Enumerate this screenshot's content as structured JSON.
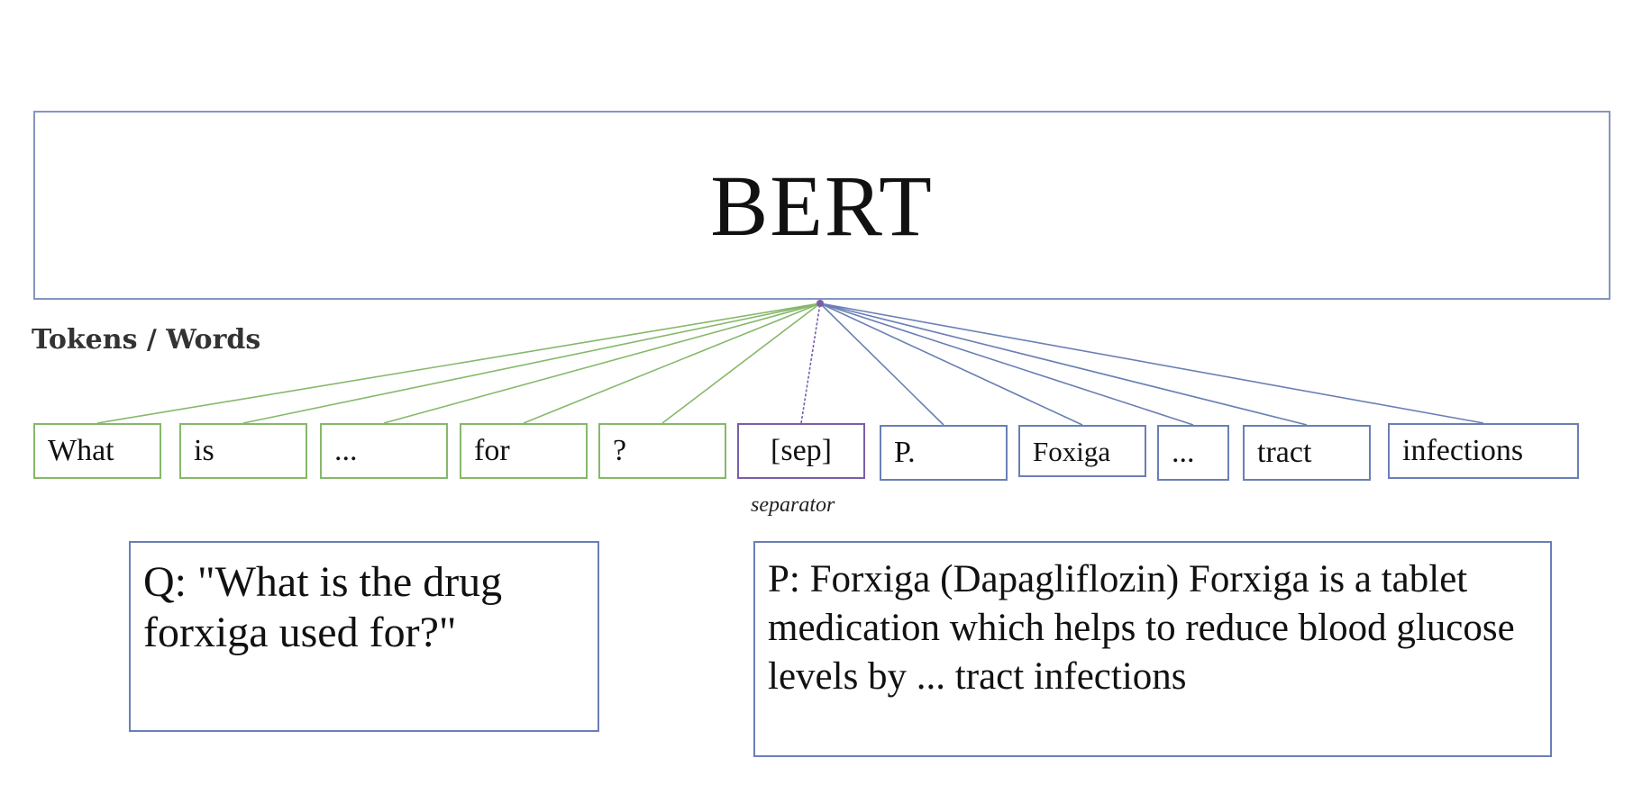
{
  "model": {
    "title": "BERT"
  },
  "section_label": "Tokens / Words",
  "tokens": [
    {
      "text": "What",
      "group": "question"
    },
    {
      "text": "is",
      "group": "question"
    },
    {
      "text": "...",
      "group": "question"
    },
    {
      "text": "for",
      "group": "question"
    },
    {
      "text": "?",
      "group": "question"
    },
    {
      "text": "[sep]",
      "group": "separator"
    },
    {
      "text": "P.",
      "group": "passage"
    },
    {
      "text": "Foxiga",
      "group": "passage"
    },
    {
      "text": "...",
      "group": "passage"
    },
    {
      "text": "tract",
      "group": "passage"
    },
    {
      "text": "infections",
      "group": "passage"
    }
  ],
  "separator_caption": "separator",
  "question": {
    "text": "Q: \"What is the drug forxiga used for?\""
  },
  "passage": {
    "text": "P: Forxiga (Dapagliflozin) Forxiga is a tablet medication which helps to reduce blood glucose levels by ... tract infections"
  },
  "colors": {
    "question": "#86b86a",
    "separator": "#7a5ea8",
    "passage": "#6a7fb5",
    "bert_border": "#8595bf"
  }
}
